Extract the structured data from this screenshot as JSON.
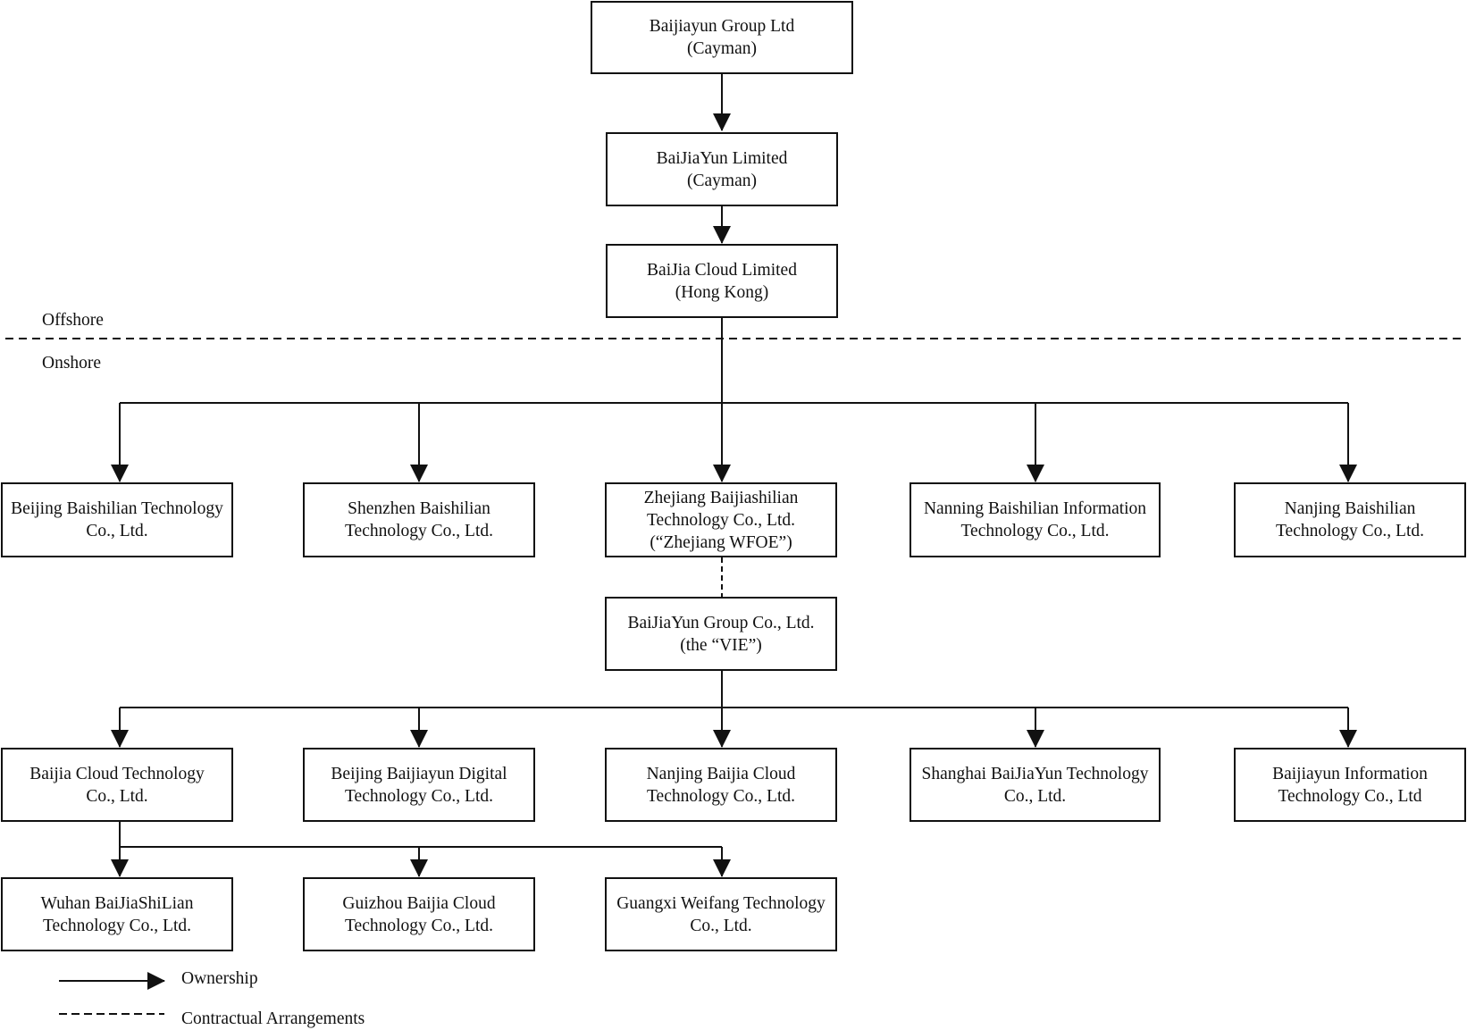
{
  "regions": {
    "offshore": "Offshore",
    "onshore": "Onshore"
  },
  "nodes": {
    "group_ltd": {
      "line1": "Baijiayun Group Ltd",
      "line2": "(Cayman)"
    },
    "baijiayun_limited": {
      "line1": "BaiJiaYun Limited",
      "line2": "(Cayman)"
    },
    "baijia_cloud_hk": {
      "line1": "BaiJia Cloud Limited",
      "line2": "(Hong Kong)"
    },
    "beijing_baishilian": {
      "line1": "Beijing Baishilian Technology",
      "line2": "Co., Ltd."
    },
    "shenzhen_baishilian": {
      "line1": "Shenzhen Baishilian",
      "line2": "Technology Co., Ltd."
    },
    "zhejiang_wfoe": {
      "line1": "Zhejiang Baijiashilian",
      "line2": "Technology Co., Ltd.",
      "line3": "(“Zhejiang WFOE”)"
    },
    "nanning_baishilian": {
      "line1": "Nanning Baishilian Information",
      "line2": "Technology Co., Ltd."
    },
    "nanjing_baishilian": {
      "line1": "Nanjing Baishilian",
      "line2": "Technology Co., Ltd."
    },
    "vie": {
      "line1": "BaiJiaYun Group Co., Ltd.",
      "line2": "(the “VIE”)"
    },
    "baijia_cloud_tech": {
      "line1": "Baijia Cloud Technology",
      "line2": "Co., Ltd."
    },
    "beijing_digital": {
      "line1": "Beijing Baijiayun Digital",
      "line2": "Technology Co., Ltd."
    },
    "nanjing_baijia_cloud": {
      "line1": "Nanjing Baijia Cloud",
      "line2": "Technology Co., Ltd."
    },
    "shanghai_baijiayun": {
      "line1": "Shanghai BaiJiaYun Technology",
      "line2": "Co., Ltd."
    },
    "baijiayun_information": {
      "line1": "Baijiayun Information",
      "line2": "Technology Co., Ltd"
    },
    "wuhan": {
      "line1": "Wuhan BaiJiaShiLian",
      "line2": "Technology Co., Ltd."
    },
    "guizhou": {
      "line1": "Guizhou Baijia Cloud",
      "line2": "Technology Co., Ltd."
    },
    "guangxi": {
      "line1": "Guangxi Weifang Technology",
      "line2": "Co., Ltd."
    }
  },
  "legend": {
    "ownership": "Ownership",
    "contractual": "Contractual Arrangements"
  }
}
